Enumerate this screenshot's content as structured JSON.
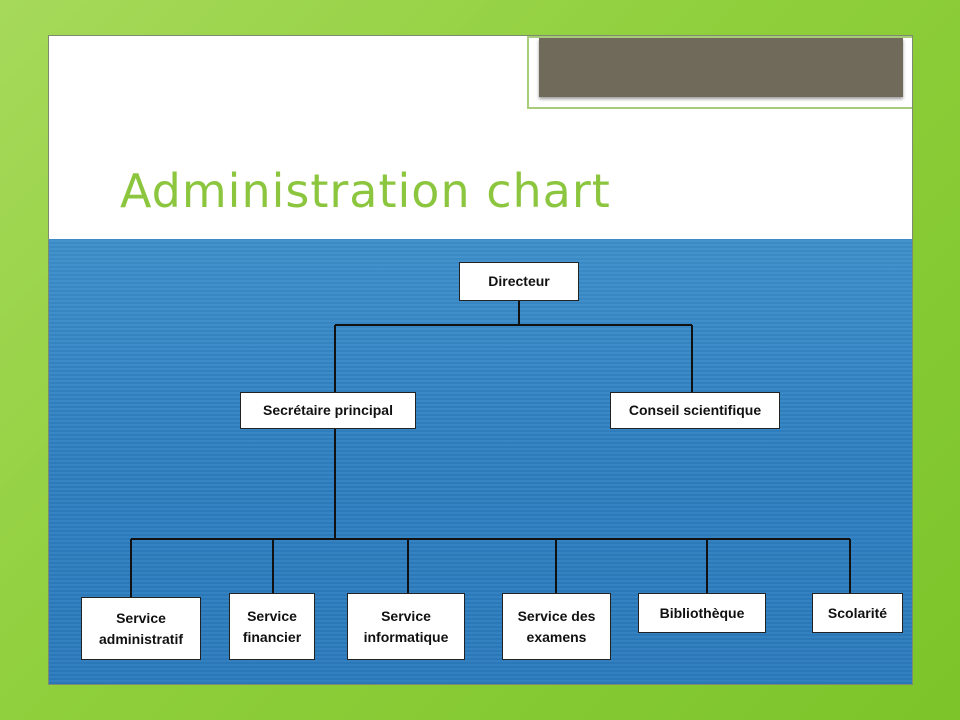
{
  "slide": {
    "title": "Administration chart"
  },
  "org_chart": {
    "root": "Directeur",
    "level2": [
      "Secrétaire principal",
      "Conseil scientifique"
    ],
    "services": [
      "Service\nadministratif",
      "Service\nfinancier",
      "Service\ninformatique",
      "Service des\nexamens",
      "Bibliothèque",
      "Scolarité"
    ]
  },
  "colors": {
    "background_green": "#8fcf3c",
    "title_green": "#8cc63f",
    "chart_blue": "#2e7fc0",
    "banner_gray": "#6f6a5a"
  }
}
